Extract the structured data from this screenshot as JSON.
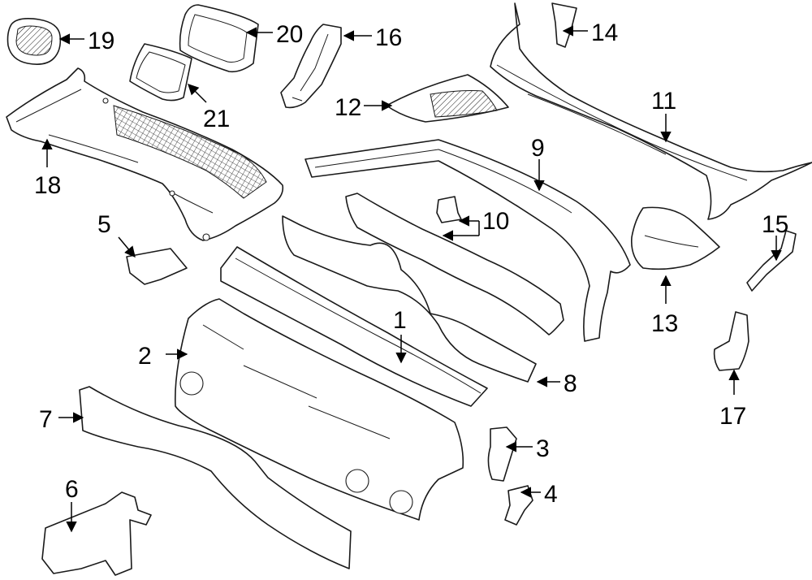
{
  "diagram": {
    "callouts": [
      {
        "id": "1",
        "label": "1"
      },
      {
        "id": "2",
        "label": "2"
      },
      {
        "id": "3",
        "label": "3"
      },
      {
        "id": "4",
        "label": "4"
      },
      {
        "id": "5",
        "label": "5"
      },
      {
        "id": "6",
        "label": "6"
      },
      {
        "id": "7",
        "label": "7"
      },
      {
        "id": "8",
        "label": "8"
      },
      {
        "id": "9",
        "label": "9"
      },
      {
        "id": "10",
        "label": "10"
      },
      {
        "id": "11",
        "label": "11"
      },
      {
        "id": "12",
        "label": "12"
      },
      {
        "id": "13",
        "label": "13"
      },
      {
        "id": "14",
        "label": "14"
      },
      {
        "id": "15",
        "label": "15"
      },
      {
        "id": "16",
        "label": "16"
      },
      {
        "id": "17",
        "label": "17"
      },
      {
        "id": "18",
        "label": "18"
      },
      {
        "id": "19",
        "label": "19"
      },
      {
        "id": "20",
        "label": "20"
      },
      {
        "id": "21",
        "label": "21"
      }
    ]
  },
  "colors": {
    "line": "#1a1a1a",
    "background": "#ffffff"
  }
}
